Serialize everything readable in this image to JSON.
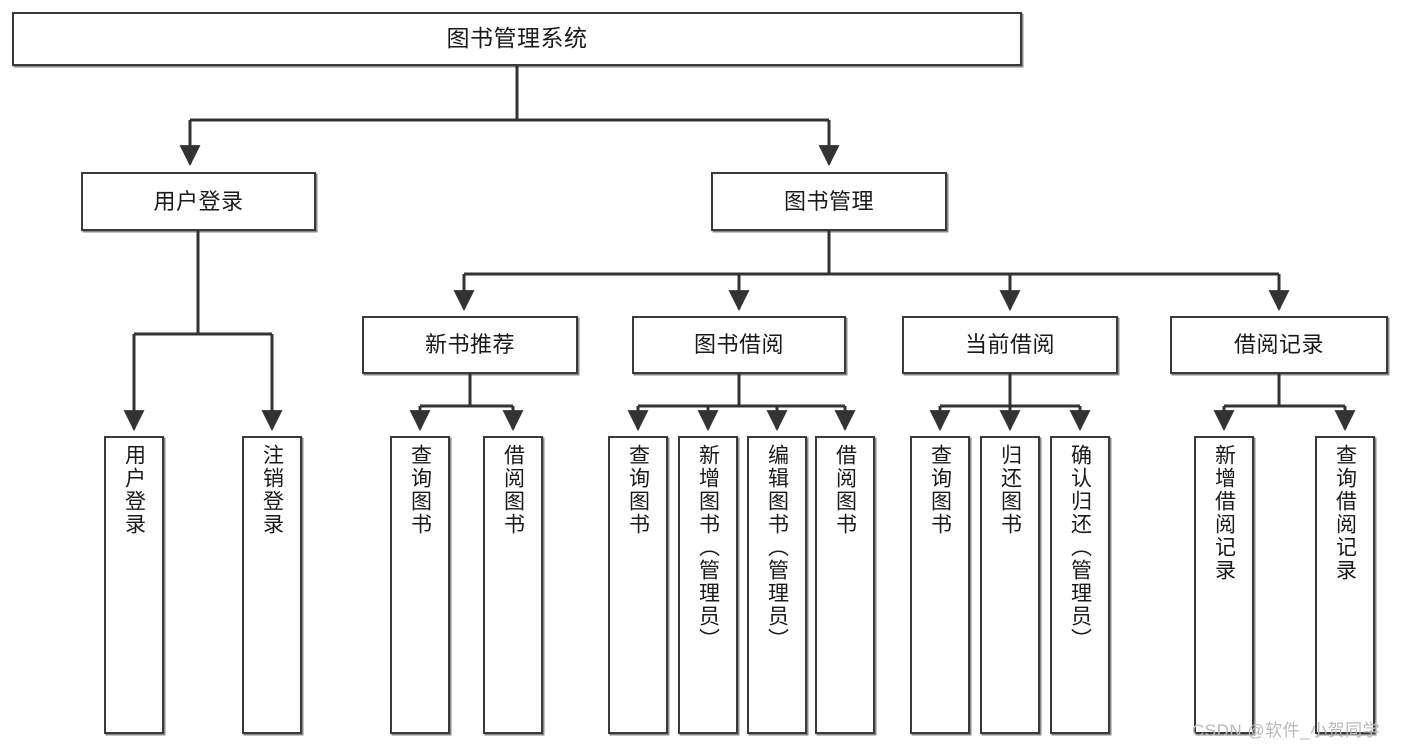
{
  "diagram": {
    "type": "tree-hierarchy",
    "title": "图书管理系统",
    "watermark": "CSDN @软件_小贺同学",
    "colors": {
      "box_border": "#3a3a3a",
      "box_fill": "#ffffff",
      "edge": "#333333",
      "text": "#1a1a1a",
      "watermark": "#b9b9b9",
      "background": "#ffffff"
    },
    "levels": {
      "root": {
        "label": "图书管理系统"
      },
      "level2": [
        {
          "label": "用户登录"
        },
        {
          "label": "图书管理"
        }
      ],
      "level3": [
        {
          "label": "新书推荐"
        },
        {
          "label": "图书借阅"
        },
        {
          "label": "当前借阅"
        },
        {
          "label": "借阅记录"
        }
      ],
      "leaves": {
        "user_login": [
          {
            "label": "用户登录"
          },
          {
            "label": "注销登录"
          }
        ],
        "new_book_recommend": [
          {
            "label": "查询图书"
          },
          {
            "label": "借阅图书"
          }
        ],
        "book_borrow": [
          {
            "label": "查询图书"
          },
          {
            "label": "新增图书（管理员）"
          },
          {
            "label": "编辑图书（管理员）"
          },
          {
            "label": "借阅图书"
          }
        ],
        "current_borrow": [
          {
            "label": "查询图书"
          },
          {
            "label": "归还图书"
          },
          {
            "label": "确认归还（管理员）"
          }
        ],
        "borrow_record": [
          {
            "label": "新增借阅记录"
          },
          {
            "label": "查询借阅记录"
          }
        ]
      }
    }
  }
}
